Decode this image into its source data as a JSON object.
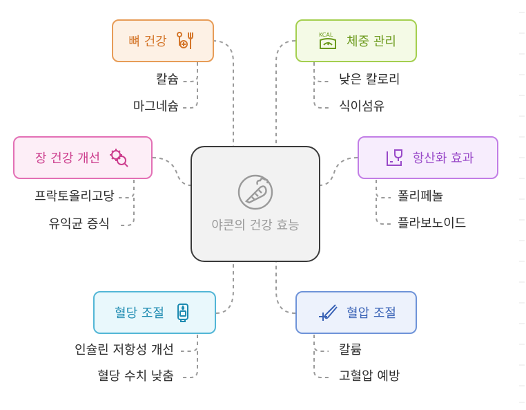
{
  "center": {
    "title": "야콘의 건강 효능",
    "icon": "yacon-root-icon"
  },
  "branches": [
    {
      "id": "bone",
      "label": "뼈 건강",
      "icon": "bone-health-icon",
      "colors": {
        "border": "#e79c57",
        "bg": "#fdf1e5",
        "text": "#d4762a"
      },
      "leaves": [
        "칼슘",
        "마그네슘"
      ]
    },
    {
      "id": "weight",
      "label": "체중 관리",
      "icon": "scale-kcal-icon",
      "icon_text": "KCAL",
      "colors": {
        "border": "#a4cf4f",
        "bg": "#f4fae6",
        "text": "#6c9a1d"
      },
      "leaves": [
        "낮은 칼로리",
        "식이섬유"
      ]
    },
    {
      "id": "gut",
      "label": "장 건강 개선",
      "icon": "gut-magnify-icon",
      "colors": {
        "border": "#e370b5",
        "bg": "#fdeef7",
        "text": "#cc3d8d"
      },
      "leaves": [
        "프락토올리고당",
        "유익균 증식"
      ]
    },
    {
      "id": "antiox",
      "label": "항산화 효과",
      "icon": "antioxidant-icon",
      "colors": {
        "border": "#c27ee6",
        "bg": "#f7edfd",
        "text": "#9848c8"
      },
      "leaves": [
        "폴리페놀",
        "플라보노이드"
      ]
    },
    {
      "id": "sugar",
      "label": "혈당 조절",
      "icon": "glucose-meter-icon",
      "colors": {
        "border": "#52b6d6",
        "bg": "#e9f8fc",
        "text": "#1c8ab0"
      },
      "leaves": [
        "인슐린 저항성 개선",
        "혈당 수치 낮춤"
      ]
    },
    {
      "id": "bp",
      "label": "혈압 조절",
      "icon": "blood-pressure-icon",
      "colors": {
        "border": "#6e93d8",
        "bg": "#edf2fc",
        "text": "#3a63b6"
      },
      "leaves": [
        "칼륨",
        "고혈압 예방"
      ]
    }
  ]
}
